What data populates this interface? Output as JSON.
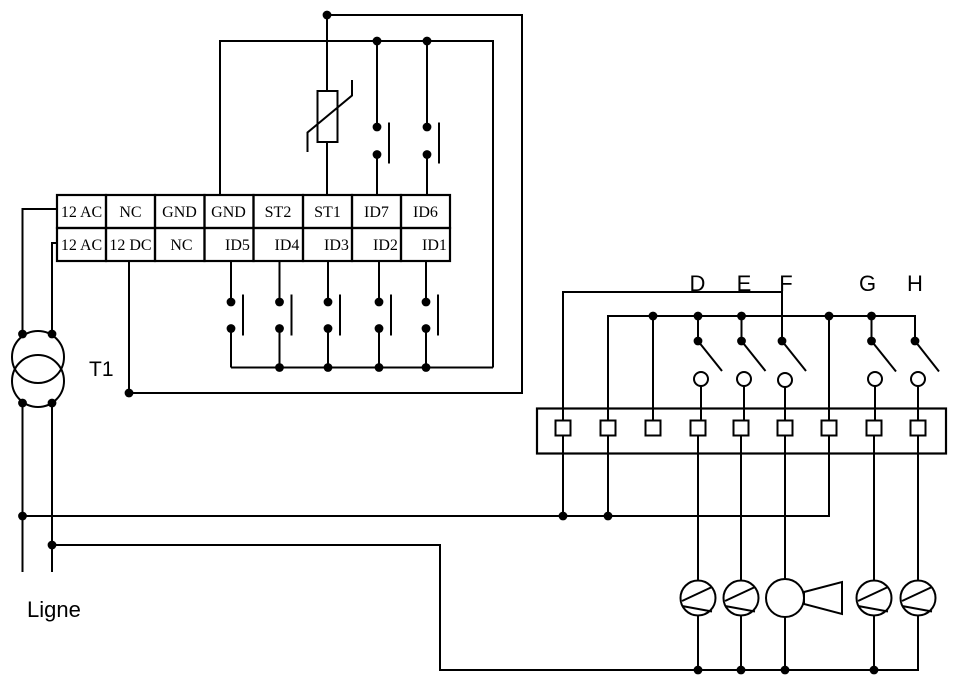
{
  "diagram": {
    "terminal_block": {
      "row1": [
        "12 AC",
        "NC",
        "GND",
        "GND",
        "ST2",
        "ST1",
        "ID7",
        "ID6"
      ],
      "row2": [
        "12 AC",
        "12 DC",
        "NC",
        "ID5",
        "ID4",
        "ID3",
        "ID2",
        "ID1"
      ]
    },
    "labels": {
      "transformer": "T1",
      "line": "Ligne",
      "outputs": [
        "D",
        "E",
        "F",
        "G",
        "H"
      ]
    },
    "icons": {
      "transformer": "transformer-icon",
      "varistor": "varistor-icon",
      "switch": "switch-contact-icon",
      "lamp": "lamp-icon",
      "horn": "horn-icon"
    },
    "colors": {
      "ink": "#000000",
      "background": "#ffffff"
    }
  }
}
